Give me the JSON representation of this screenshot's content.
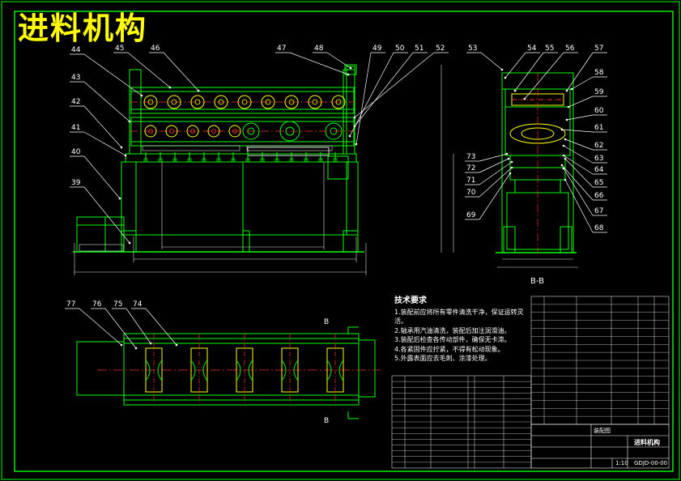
{
  "drawing": {
    "title": "进料机构",
    "section_label": "B-B",
    "cut_mark_top": "B",
    "cut_mark_bottom": "B",
    "colors": {
      "background": "#000000",
      "frame": "#00ff00",
      "title": "#ffff00",
      "leader": "#ffffff",
      "centerline": "#ff3030",
      "component": "#ffff00",
      "dimension": "#e0e0e0"
    }
  },
  "callouts": [
    {
      "id": "39"
    },
    {
      "id": "40"
    },
    {
      "id": "41"
    },
    {
      "id": "42"
    },
    {
      "id": "43"
    },
    {
      "id": "44"
    },
    {
      "id": "45"
    },
    {
      "id": "46"
    },
    {
      "id": "47"
    },
    {
      "id": "48"
    },
    {
      "id": "49"
    },
    {
      "id": "50"
    },
    {
      "id": "51"
    },
    {
      "id": "52"
    },
    {
      "id": "53"
    },
    {
      "id": "54"
    },
    {
      "id": "55"
    },
    {
      "id": "56"
    },
    {
      "id": "57"
    },
    {
      "id": "58"
    },
    {
      "id": "59"
    },
    {
      "id": "60"
    },
    {
      "id": "61"
    },
    {
      "id": "62"
    },
    {
      "id": "63"
    },
    {
      "id": "64"
    },
    {
      "id": "65"
    },
    {
      "id": "66"
    },
    {
      "id": "67"
    },
    {
      "id": "68"
    },
    {
      "id": "69"
    },
    {
      "id": "70"
    },
    {
      "id": "71"
    },
    {
      "id": "72"
    },
    {
      "id": "73"
    },
    {
      "id": "74"
    },
    {
      "id": "75"
    },
    {
      "id": "76"
    },
    {
      "id": "77"
    }
  ],
  "technical_requirements": {
    "heading": "技术要求",
    "lines": [
      "1.装配前应将所有零件清洗干净，保证运转灵活。",
      "2.轴承用汽油清洗，装配后加注润滑油。",
      "3.装配后检查各传动部件，确保无卡滞。",
      "4.各紧固件应拧紧，不得有松动现象。",
      "5.外露表面应去毛刺、涂漆处理。"
    ]
  },
  "title_block": {
    "drawing_name": "进料机构",
    "drawing_number": "GDJD-00-00",
    "assembly_label": "装配图",
    "scale": "1:10"
  }
}
